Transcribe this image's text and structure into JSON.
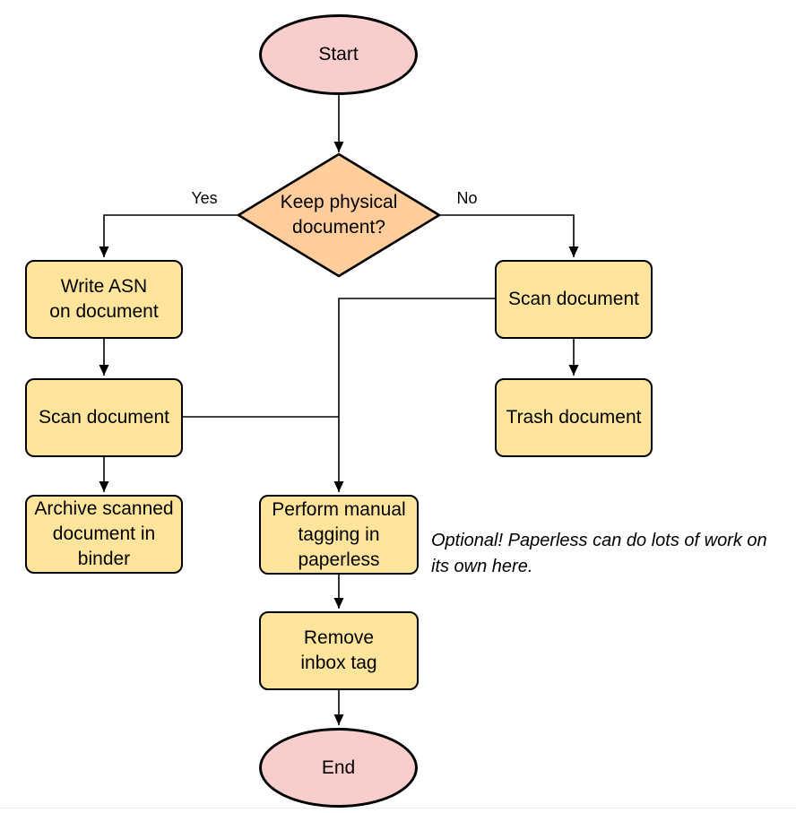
{
  "palette": {
    "terminal_fill": "#f7cecc",
    "decision_fill": "#ffcd9c",
    "process_fill": "#ffe59c",
    "stroke": "#000000"
  },
  "nodes": {
    "start": {
      "label": "Start",
      "type": "terminal"
    },
    "decision": {
      "label": "Keep physical\ndocument?",
      "type": "decision"
    },
    "write_asn": {
      "label": "Write ASN\non document",
      "type": "process"
    },
    "scan_left": {
      "label": "Scan document",
      "type": "process"
    },
    "archive": {
      "label": "Archive scanned\ndocument in\nbinder",
      "type": "process"
    },
    "scan_right": {
      "label": "Scan document",
      "type": "process"
    },
    "trash": {
      "label": "Trash document",
      "type": "process"
    },
    "tagging": {
      "label": "Perform manual\ntagging in\npaperless",
      "type": "process"
    },
    "remove_inbox": {
      "label": "Remove\ninbox tag",
      "type": "process"
    },
    "end": {
      "label": "End",
      "type": "terminal"
    }
  },
  "edge_labels": {
    "yes": "Yes",
    "no": "No"
  },
  "annotation": {
    "text": "Optional! Paperless can do lots of work on\nits own here."
  }
}
